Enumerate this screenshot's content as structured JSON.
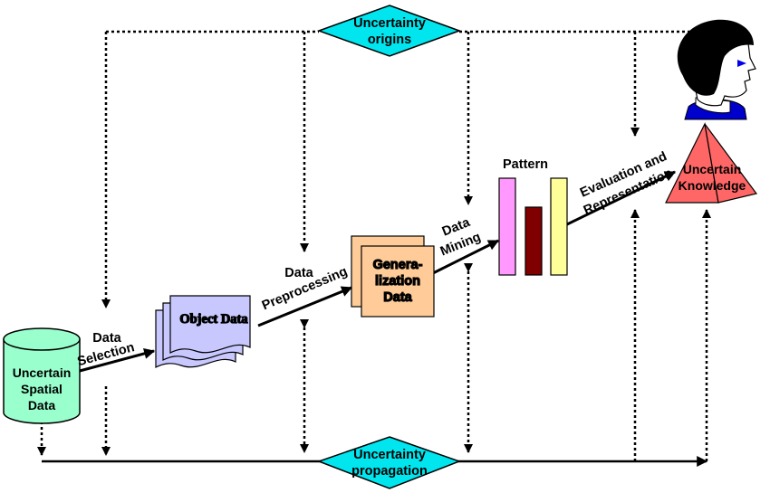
{
  "nodes": {
    "uncertainty_origins": {
      "line1": "Uncertainty",
      "line2": "origins",
      "color": "#00e5ee"
    },
    "uncertainty_propagation": {
      "line1": "Uncertainty",
      "line2": "propagation",
      "color": "#00e5ee"
    },
    "spatial_data": {
      "line1": "Uncertain",
      "line2": "Spatial",
      "line3": "Data",
      "color": "#99ffcc"
    },
    "object_data": {
      "label": "Object Data",
      "color": "#c8c8ff"
    },
    "generalization": {
      "line1": "Genera-",
      "line2": "lization",
      "line3": "Data",
      "color": "#ffcc99"
    },
    "pattern": {
      "label": "Pattern",
      "colors": [
        "#ff99ff",
        "#800000",
        "#ffff99"
      ]
    },
    "knowledge": {
      "line1": "Uncertain",
      "line2": "Knowledge",
      "color": "#ff6666"
    }
  },
  "steps": {
    "selection": {
      "line1": "Data",
      "line2": "Selection"
    },
    "preprocessing": {
      "line1": "Data",
      "line2": "Preprocessing"
    },
    "mining": {
      "line1": "Data",
      "line2": "Mining"
    },
    "evaluation": {
      "line1": "Evaluation and",
      "line2": "Representation"
    }
  }
}
